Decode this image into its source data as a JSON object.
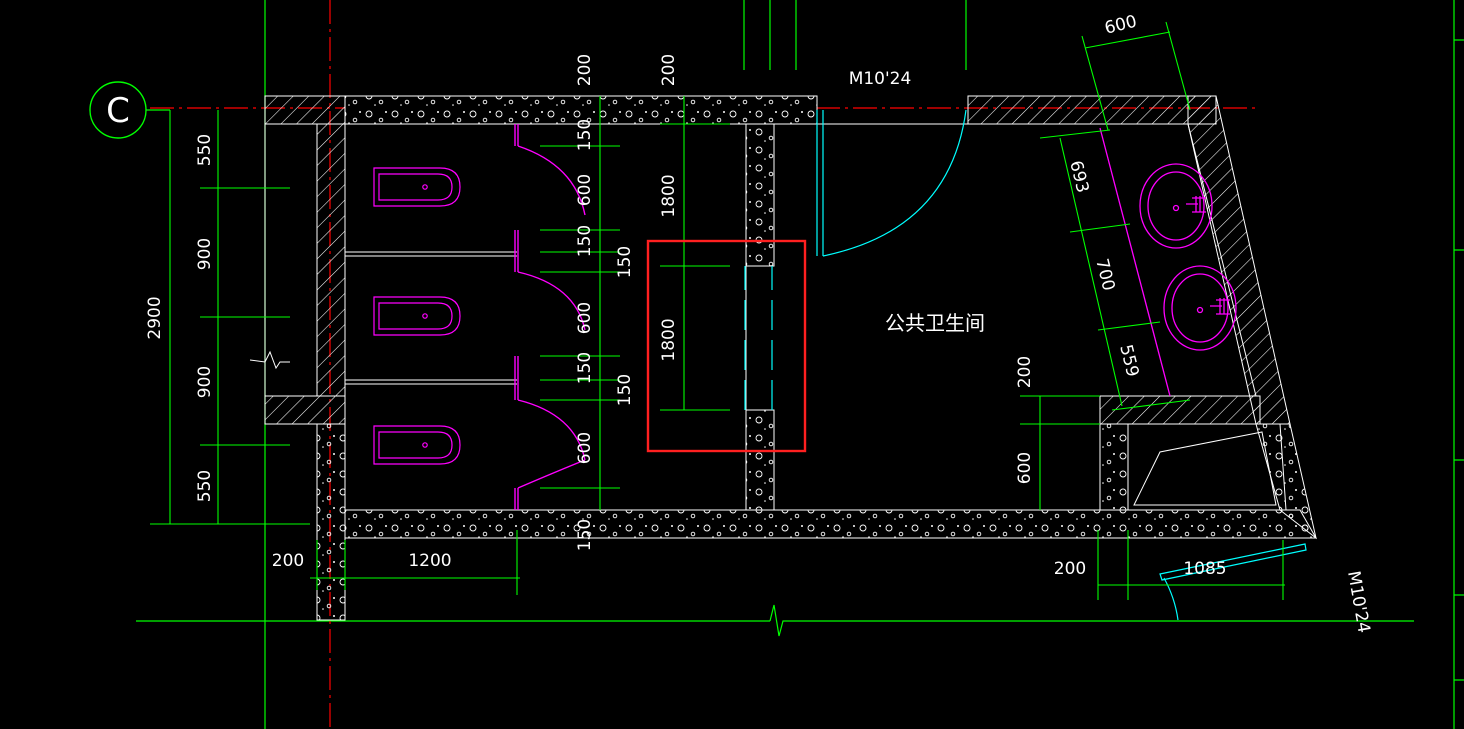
{
  "colors": {
    "background": "#000000",
    "wall": "#ffffff",
    "dimension": "#00ff00",
    "fixture": "#ff00ff",
    "door": "#00ffff",
    "axis": "#ff0000",
    "highlight": "#ff2020"
  },
  "grid": {
    "axis_label": "C"
  },
  "room": {
    "name": "公共卫生间"
  },
  "doors": {
    "top": "M10'24",
    "bottom": "M10'24"
  },
  "dims": {
    "total_height": "2900",
    "left_550_top": "550",
    "left_900_1": "900",
    "left_900_2": "900",
    "left_550_bottom": "550",
    "top_200_a": "200",
    "top_200_b": "200",
    "stall_150_1": "150",
    "stall_600_1": "600",
    "stall_150_2": "150",
    "stall_150_3": "150",
    "stall_600_2": "600",
    "stall_150_4": "150",
    "stall_150_5": "150",
    "stall_600_3": "600",
    "bottom_150": "150",
    "corridor_1800_top": "1800",
    "corridor_1800_mid": "1800",
    "bottom_200_left": "200",
    "bottom_1200": "1200",
    "top_600": "600",
    "sink_693": "693",
    "sink_700": "700",
    "sink_559": "559",
    "right_200": "200",
    "right_600": "600",
    "bottom_200_right": "200",
    "bottom_1085": "1085"
  }
}
